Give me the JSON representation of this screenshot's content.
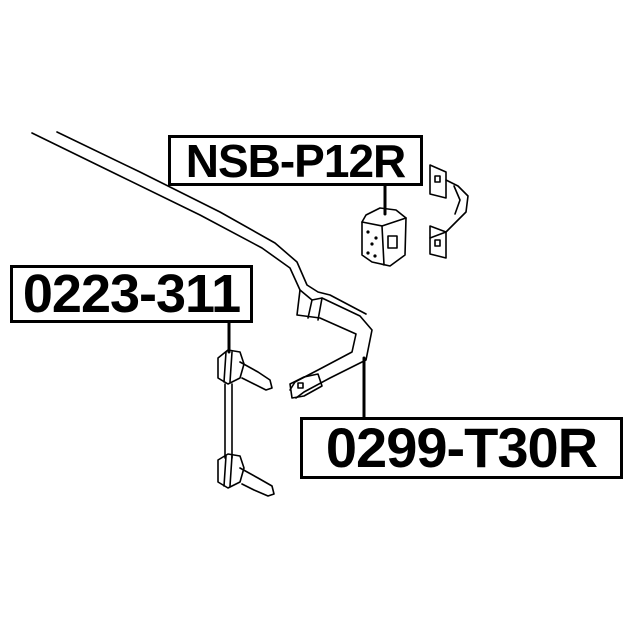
{
  "diagram": {
    "type": "automotive parts exploded diagram",
    "background": "#ffffff",
    "line_color": "#000000",
    "parts": [
      {
        "id": "bushing",
        "part_number": "NSB-P12R",
        "description": "stabilizer bar bushing"
      },
      {
        "id": "link",
        "part_number": "0223-311",
        "description": "stabilizer link"
      },
      {
        "id": "bar",
        "part_number": "0299-T30R",
        "description": "stabilizer bar"
      }
    ]
  },
  "labels": {
    "bushing": "NSB-P12R",
    "link": "0223-311",
    "bar": "0299-T30R"
  }
}
